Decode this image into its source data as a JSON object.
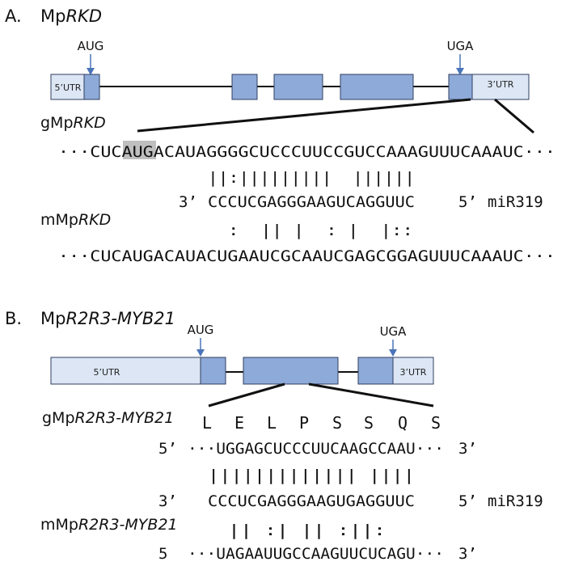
{
  "colors": {
    "exon": "#8eaad8",
    "utr": "#dce6f4",
    "box_stroke": "#2f3f5f",
    "arrow": "#4a74b8",
    "stop_highlight": "#bfbfbf"
  },
  "panel_a": {
    "letter": "A.",
    "gene_prefix": "Mp",
    "gene_italic": "RKD",
    "start_codon": "AUG",
    "stop_codon": "UGA",
    "utr5": "5’UTR",
    "utr3": "3’UTR",
    "g_label_prefix": "gMp",
    "g_label_italic": "RKD",
    "g_seq_pre": "···CUCA",
    "g_seq_stop": "UGA",
    "g_seq_post": "CAUAGGGGCUCCCUUCCGUCCAAAGUUUCAAAUC···",
    "pairing_top": "||:|||||||||  ||||||",
    "mir_5prime": "3’",
    "mir_seq": "CCCUCGAGGGAAGUCAGGUUC",
    "mir_3prime": "5’",
    "mir_name": "miR319",
    "m_label_prefix": "mMp",
    "m_label_italic": "RKD",
    "pairing_bottom": ":  || |  : |  |::",
    "m_seq": "···CUCAUGACAUACUGAAUCGCAAUCGAGCGGAGUUUCAAAUC···"
  },
  "panel_b": {
    "letter": "B.",
    "gene_prefix": "Mp",
    "gene_italic": "R2R3-MYB21",
    "start_codon": "AUG",
    "stop_codon": "UGA",
    "utr5": "5’UTR",
    "utr3": "3’UTR",
    "g_label_prefix": "gMp",
    "g_label_italic": "R2R3-MYB21",
    "amino_acids": [
      "L",
      "E",
      "L",
      "P",
      "S",
      "S",
      "Q",
      "S"
    ],
    "g_5prime": "5’",
    "g_seq": "···UGGAGCUCCCUUCAAGCCAAU···",
    "g_3prime": "3’",
    "pairing_top": "||||||||||||| ||||",
    "mir_5prime": "3’",
    "mir_seq": "CCCUCGAGGGAAGUGAGGUUC",
    "mir_3prime": "5’",
    "mir_name": "miR319",
    "m_label_prefix": "mMp",
    "m_label_italic": "R2R3-MYB21",
    "pairing_bottom": "|| :| || :||:",
    "m_5prime": "5",
    "m_seq": "···UAGAAUUGCCAAGUUCUCAGU···",
    "m_3prime": "3’"
  }
}
